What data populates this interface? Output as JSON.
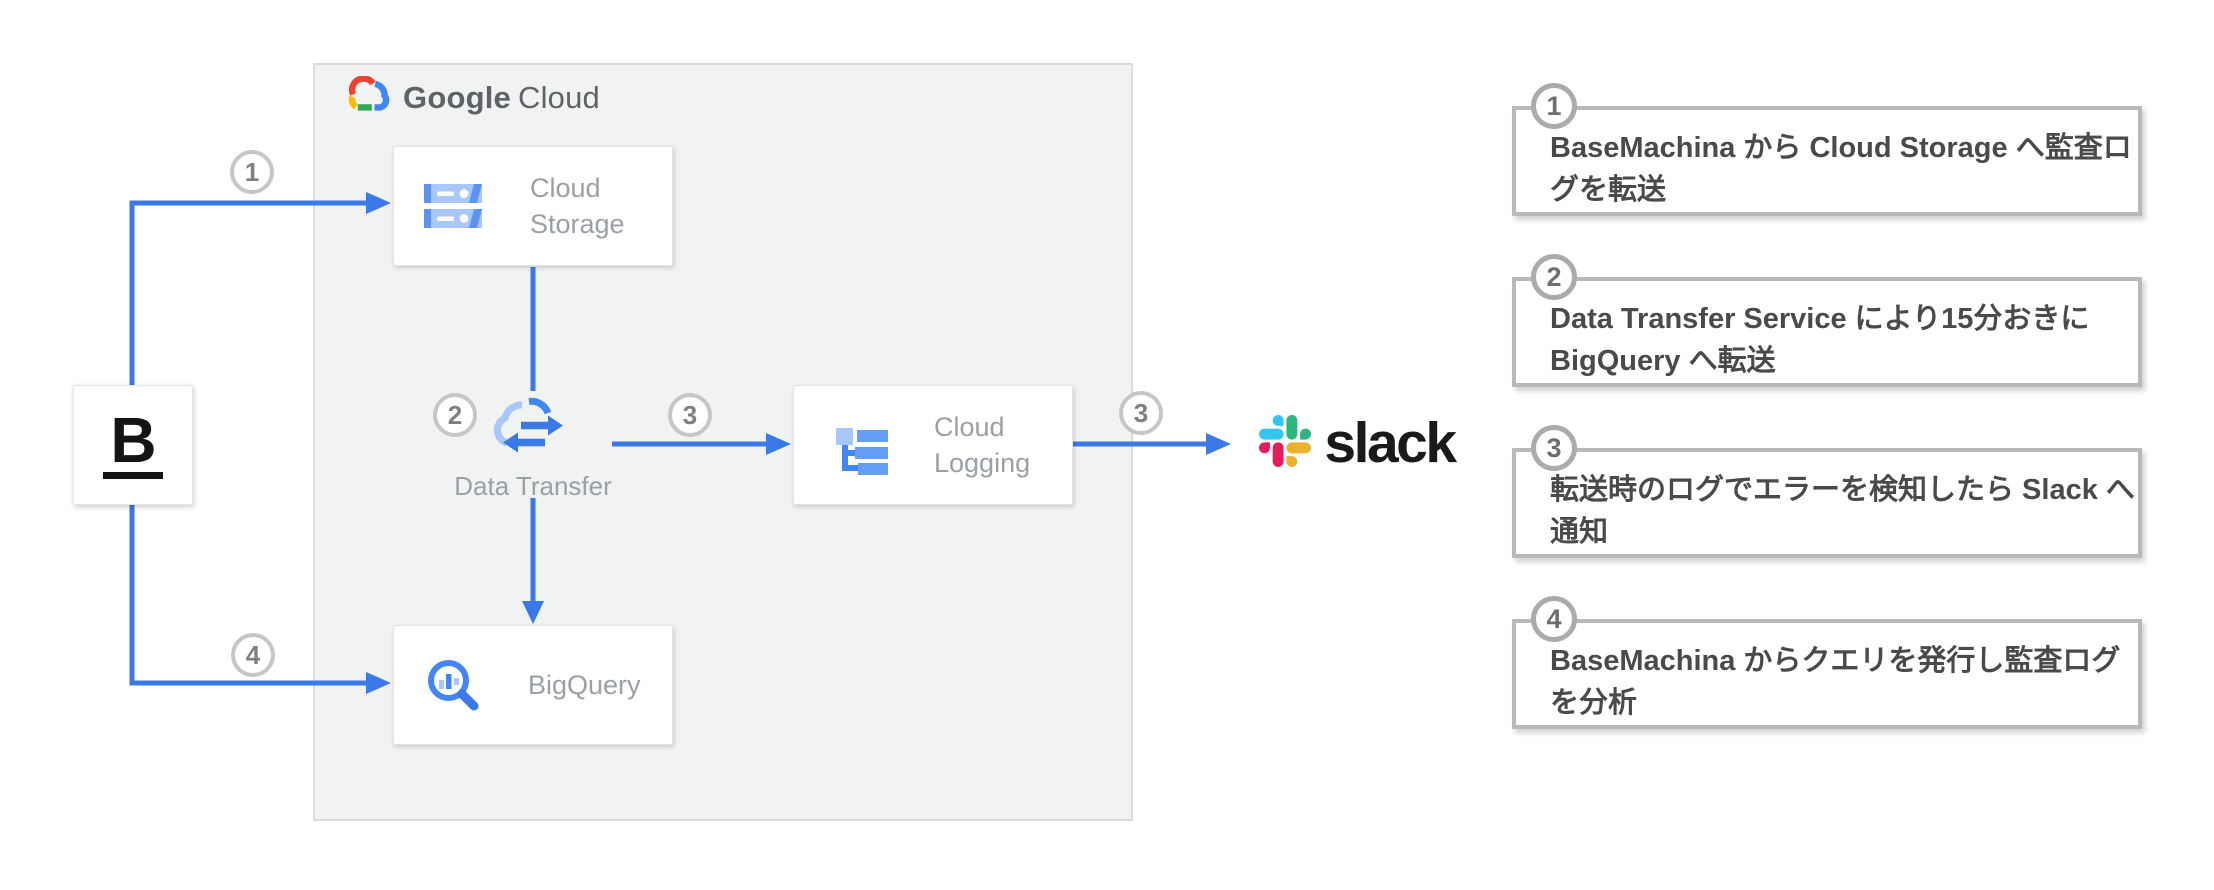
{
  "diagram": {
    "google_cloud": {
      "word1": "Google",
      "word2": "Cloud"
    },
    "nodes": {
      "basemachina": {
        "letter": "B"
      },
      "cloud_storage": {
        "line1": "Cloud",
        "line2": "Storage"
      },
      "data_transfer": {
        "label": "Data Transfer"
      },
      "cloud_logging": {
        "line1": "Cloud",
        "line2": "Logging"
      },
      "bigquery": {
        "label": "BigQuery"
      },
      "slack": {
        "label": "slack"
      }
    },
    "badges": {
      "b1": "1",
      "b2": "2",
      "b3": "3",
      "b3b": "3",
      "b4": "4"
    }
  },
  "annotations": [
    {
      "number": "1",
      "text": "BaseMachina から Cloud Storage へ監査ログを転送"
    },
    {
      "number": "2",
      "text": "Data Transfer Service により15分おきに BigQuery へ転送"
    },
    {
      "number": "3",
      "text": "転送時のログでエラーを検知したら Slack へ通知"
    },
    {
      "number": "4",
      "text": "BaseMachina からクエリを発行し監査ログを分析"
    }
  ],
  "colors": {
    "arrow_blue": "#3B78E8",
    "google_blue": "#4285F4",
    "google_red": "#EA4335",
    "google_yellow": "#FBBC05",
    "google_green": "#34A853",
    "icon_light_blue": "#A8C7FA",
    "icon_mid_blue": "#669DF6",
    "slack_blue": "#36C5F0",
    "slack_green": "#2EB67D",
    "slack_yellow": "#ECB22E",
    "slack_pink": "#E01E5A",
    "container_bg": "#F1F2F2"
  }
}
